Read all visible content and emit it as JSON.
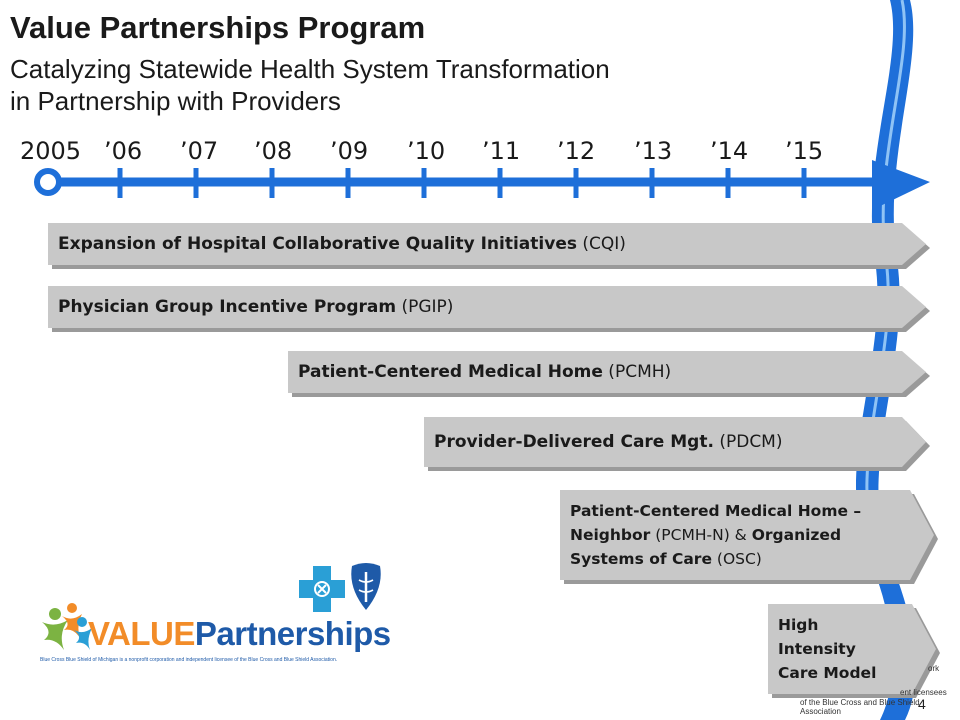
{
  "header": {
    "title": "Value Partnerships Program",
    "subtitle_line1": "Catalyzing Statewide Health System Transformation",
    "subtitle_line2": "in Partnership with Providers"
  },
  "timeline": {
    "ticks": [
      "2005",
      "’06",
      "’07",
      "’08",
      "’09",
      "’10",
      "’11",
      "’12",
      "’13",
      "’14",
      "’15"
    ]
  },
  "programs": [
    {
      "bold": "Expansion of Hospital Collaborative Quality Initiatives",
      "abbr": " (CQI)"
    },
    {
      "bold": "Physician Group Incentive Program",
      "abbr": " (PGIP)"
    },
    {
      "bold": "Patient-Centered Medical Home",
      "abbr": " (PCMH)"
    },
    {
      "bold": "Provider-Delivered Care Mgt.",
      "abbr": " (PDCM)"
    },
    {
      "bold": "Patient-Centered Medical Home – Neighbor",
      "mid": " (PCMH-N) & ",
      "bold2": "Organized Systems of Care",
      "abbr": " (OSC)"
    },
    {
      "bold": "High Intensity Care Model",
      "abbr": ""
    }
  ],
  "logo": {
    "value": "VALUE",
    "partnerships": "Partnerships",
    "legal": "Blue Cross Blue Shield of Michigan is a nonprofit corporation and independent licensee of the Blue Cross and Blue Shield Association."
  },
  "background_fragments": {
    "line1": "ork",
    "line2": "ent licensees",
    "line3": "of the Blue Cross and Blue Shield Association"
  },
  "page_number": "4",
  "colors": {
    "timeline_blue": "#1e6fd9",
    "bar_gray": "#c8c8c8",
    "accent_orange": "#f28c28",
    "brand_blue": "#1e5aa8",
    "cross_blue": "#2a9fd6"
  }
}
